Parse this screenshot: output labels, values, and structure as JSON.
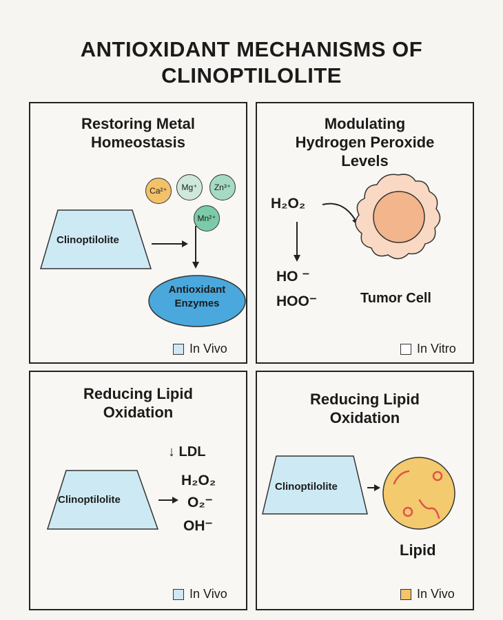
{
  "title": {
    "line1": "ANTIOXIDANT MECHANISMS OF",
    "line2": "CLINOPTILOLITE"
  },
  "colors": {
    "trapezoid": "#cdeaf4",
    "enzyme": "#4aa8dc",
    "ca": "#f2c16a",
    "mg": "#cfe8dc",
    "zn": "#a6dbc3",
    "mn": "#7ccba8",
    "cell_outer": "#f9d9c3",
    "cell_inner": "#f3b58b",
    "lipid": "#f4ca6e",
    "lipid_squiggle": "#e0524a",
    "invivo_blue": "#cfe8f4",
    "invitro": "#ffffff",
    "invivo_orange": "#f4c36b"
  },
  "panels": {
    "p1": {
      "title_l1": "Restoring Metal",
      "title_l2": "Homeostasis",
      "clinoptilolite": "Clinoptilolite",
      "ions": {
        "ca": "Ca²⁺",
        "mg": "Mg⁺",
        "zn": "Zn³⁺",
        "mn": "Mn²⁺"
      },
      "enzyme_l1": "Antioxidant",
      "enzyme_l2": "Enzymes",
      "legend": "In Vivo"
    },
    "p2": {
      "title_l1": "Modulating",
      "title_l2": "Hydrogen Peroxide",
      "title_l3": "Levels",
      "h2o2": "H₂O₂",
      "ho": "HO ⁻",
      "hoo": "HOO⁻",
      "cell": "Tumor Cell",
      "legend": "In Vitro"
    },
    "p3": {
      "title_l1": "Reducing Lipid",
      "title_l2": "Oxidation",
      "ldl": "↓ LDL",
      "clinoptilolite": "Clinoptilolite",
      "h2o2": "H₂O₂",
      "o2": "O₂⁻",
      "oh": "OH⁻",
      "legend": "In Vivo"
    },
    "p4": {
      "title_l1": "Reducing Lipid",
      "title_l2": "Oxidation",
      "clinoptilolite": "Clinoptilolite",
      "lipid": "Lipid",
      "legend": "In Vivo"
    }
  }
}
